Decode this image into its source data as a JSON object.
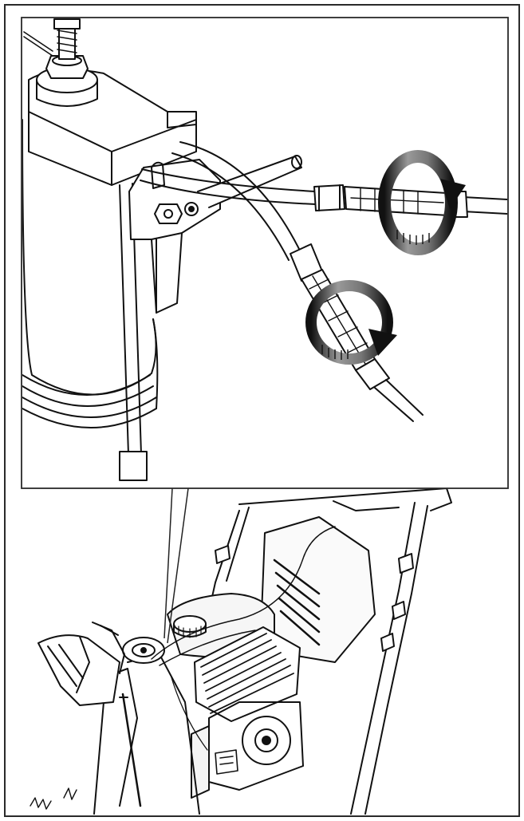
{
  "figure": {
    "kind": "technical-illustration",
    "has_text": false,
    "colors": {
      "ink": "#111111",
      "frame": "#2a2a2a",
      "arrow_ring_dark": "#1a1a1a",
      "arrow_ring_gray": "#8a8a8a",
      "paper": "#ffffff",
      "light_fill": "#f2f2f2"
    },
    "rotation_indicators": [
      {
        "icon": "clockwise-rotation-arrow-icon",
        "direction": "clockwise"
      },
      {
        "icon": "clockwise-rotation-arrow-icon",
        "direction": "clockwise"
      }
    ]
  }
}
